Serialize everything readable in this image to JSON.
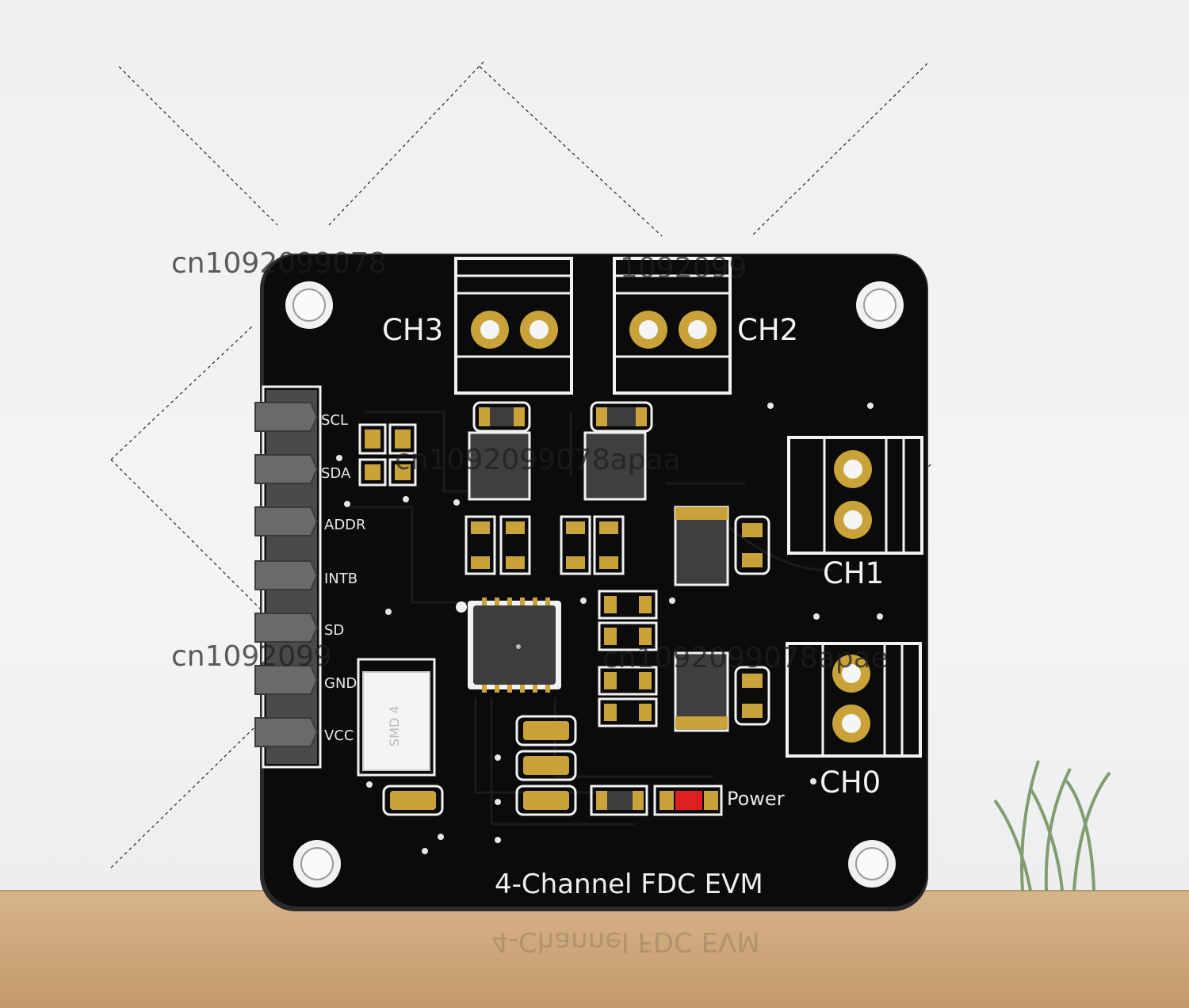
{
  "board": {
    "title": "4-Channel FDC EVM",
    "channels": [
      "CH3",
      "CH2",
      "CH1",
      "CH0"
    ],
    "header_pins": [
      "SCL",
      "SDA",
      "ADDR",
      "INTB",
      "SD",
      "GND",
      "VCC"
    ],
    "crystal_label": "SMD 4",
    "power_label": "Power"
  },
  "watermarks": [
    "cn1092099078",
    "1092099",
    "cn1092099078apaa",
    "cn1092099",
    "cn1092099078apae"
  ],
  "colors": {
    "pcb": "#0b0b0b",
    "silkscreen": "#f2f2f2",
    "gold_pad": "#c9a23a",
    "led": "#e02020",
    "table": "#c9a37a",
    "wall": "#f0f1f2"
  }
}
